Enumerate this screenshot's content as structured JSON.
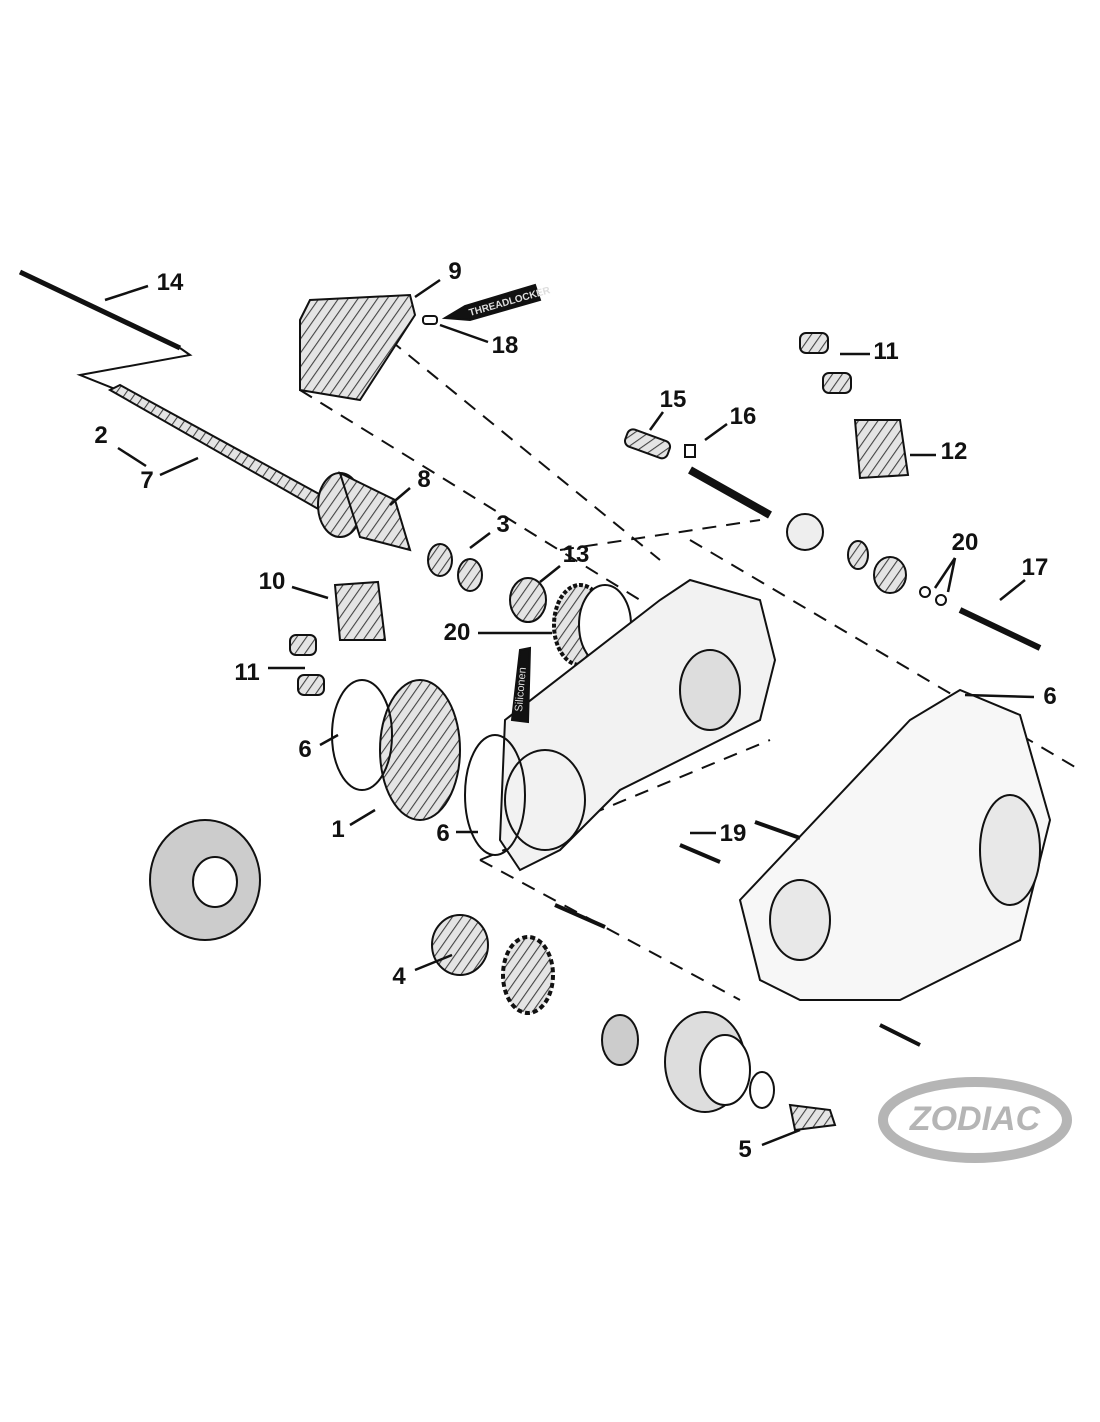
{
  "callouts": {
    "c1": "1",
    "c2": "2",
    "c3": "3",
    "c4": "4",
    "c5": "5",
    "c6a": "6",
    "c6b": "6",
    "c6c": "6",
    "c7": "7",
    "c8": "8",
    "c9": "9",
    "c10": "10",
    "c11a": "11",
    "c11b": "11",
    "c12": "12",
    "c13": "13",
    "c14": "14",
    "c15": "15",
    "c16": "16",
    "c17": "17",
    "c18": "18",
    "c19": "19",
    "c20a": "20",
    "c20b": "20"
  },
  "tubes": {
    "threadlocker": "THREADLOCKER",
    "silicone": "Siliconen"
  },
  "logo": {
    "text": "ZODIAC"
  },
  "colors": {
    "line": "#111111",
    "part_fill": "#d8d8d8",
    "logo": "#b5b5b5"
  }
}
